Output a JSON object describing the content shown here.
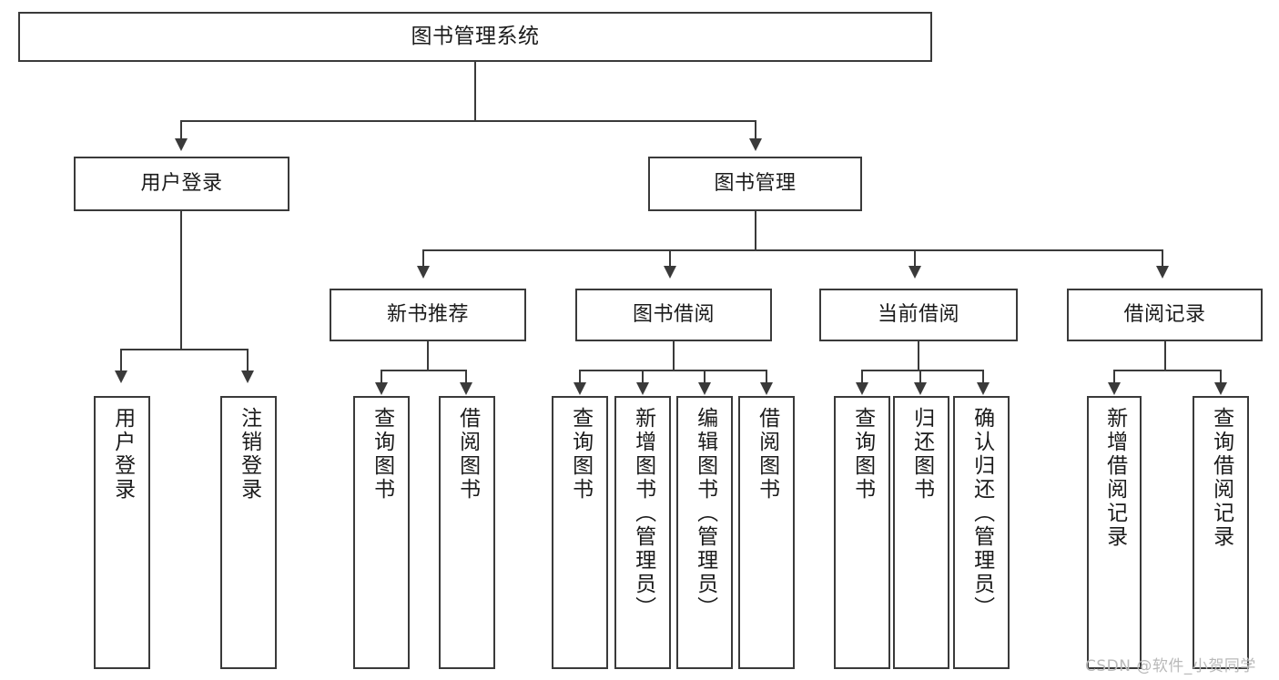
{
  "diagram": {
    "title": "图书管理系统",
    "type": "tree",
    "root": {
      "label": "图书管理系统"
    },
    "level2": [
      {
        "label": "用户登录"
      },
      {
        "label": "图书管理"
      }
    ],
    "level3": [
      {
        "label": "新书推荐"
      },
      {
        "label": "图书借阅"
      },
      {
        "label": "当前借阅"
      },
      {
        "label": "借阅记录"
      }
    ],
    "leaves": {
      "user_login": [
        {
          "label": "用户登录"
        },
        {
          "label": "注销登录"
        }
      ],
      "new_book_recommend": [
        {
          "label": "查询图书"
        },
        {
          "label": "借阅图书"
        }
      ],
      "book_borrow": [
        {
          "label": "查询图书"
        },
        {
          "label": "新增图书（管理员）"
        },
        {
          "label": "编辑图书（管理员）"
        },
        {
          "label": "借阅图书"
        }
      ],
      "current_borrow": [
        {
          "label": "查询图书"
        },
        {
          "label": "归还图书"
        },
        {
          "label": "确认归还（管理员）"
        }
      ],
      "borrow_record": [
        {
          "label": "新增借阅记录"
        },
        {
          "label": "查询借阅记录"
        }
      ]
    }
  },
  "watermark": {
    "text": "CSDN @软件_小贺同学"
  },
  "colors": {
    "stroke": "#3a3a3a",
    "text": "#1b1b1b",
    "background": "#ffffff",
    "watermark": "#b9b9b9"
  }
}
